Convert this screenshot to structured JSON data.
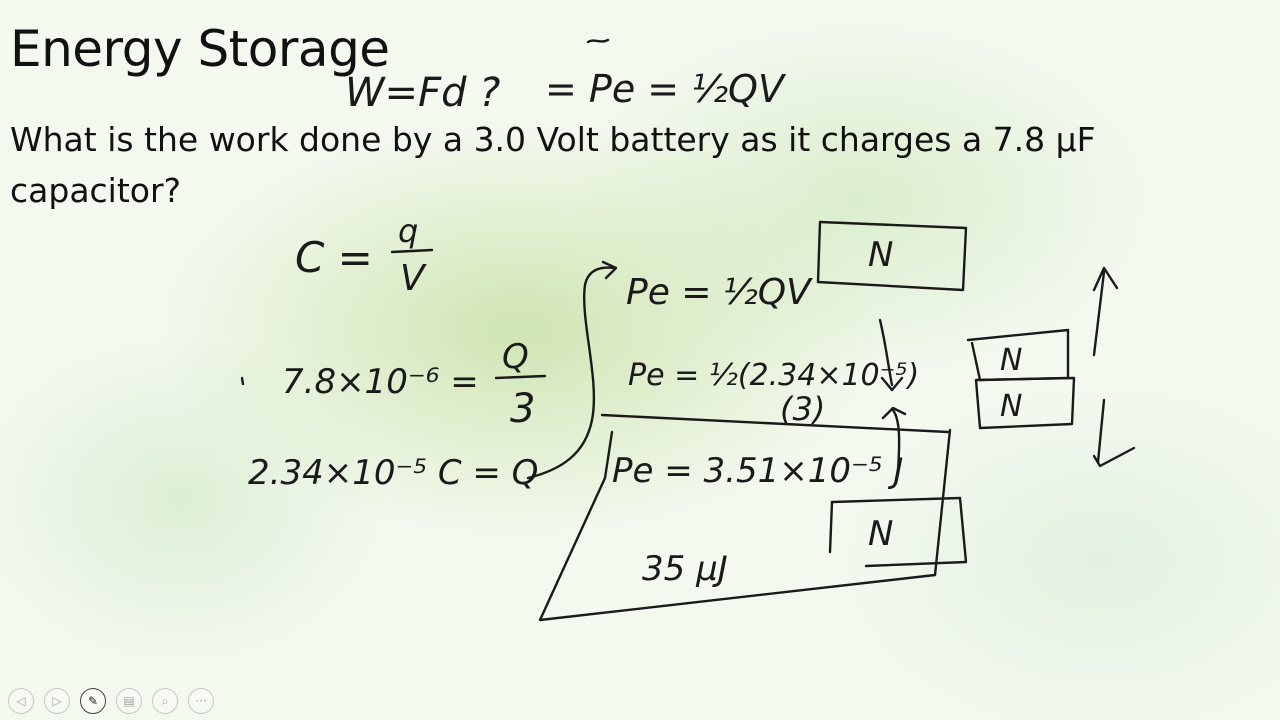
{
  "slide": {
    "title": "Energy Storage",
    "question": "What is the work done by a 3.0 Volt battery as it charges a 7.8 µF capacitor?"
  },
  "annotations": {
    "top_eq_1": "W=Fd ?",
    "top_eq_2": "= Pe = ½QV",
    "cap_def_c": "C =",
    "cap_def_q": "q",
    "cap_def_v": "V",
    "sub_left": "7.8×10⁻⁶ =",
    "sub_q": "Q",
    "sub_3": "3",
    "charge": "2.34×10⁻⁵ C = Q",
    "pe_formula": "Pe = ½QV",
    "pe_sub_a": "Pe = ½(2.34×10⁻⁵)",
    "pe_sub_b": "(3)",
    "pe_result": "Pe = 3.51×10⁻⁵ J",
    "answer": "35 µJ",
    "box_label_1": "N",
    "box_label_2": "N",
    "box_label_3": "N",
    "box_label_4": "N"
  },
  "toolbar": {
    "icons": [
      "previous-icon",
      "next-icon",
      "pen-icon",
      "slides-icon",
      "zoom-icon",
      "more-icon"
    ],
    "glyphs": [
      "◁",
      "▷",
      "✎",
      "▤",
      "⌕",
      "···"
    ]
  }
}
